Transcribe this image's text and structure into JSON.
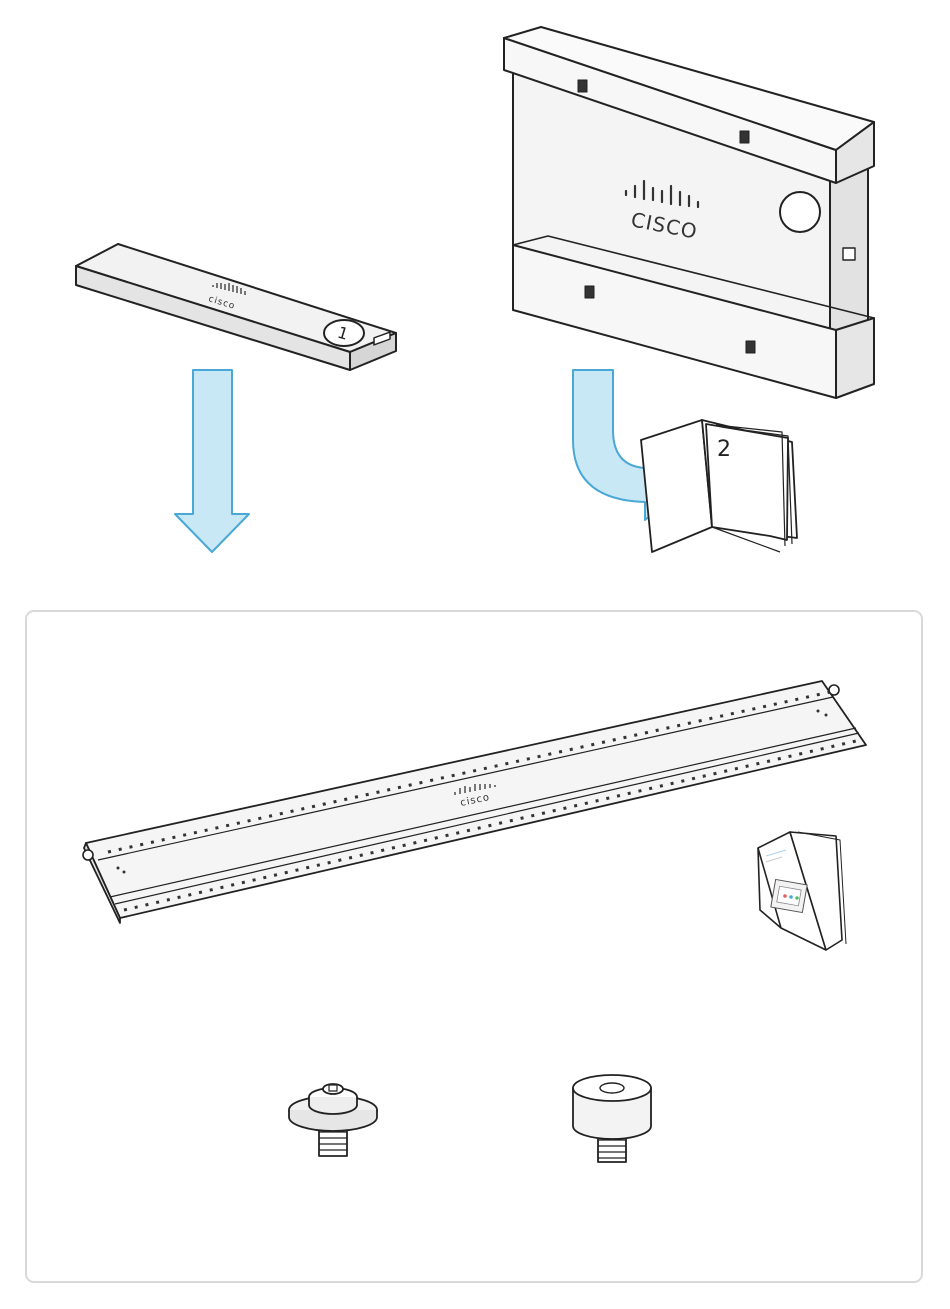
{
  "top_items": {
    "bar_number": "1",
    "booklet_number": "2",
    "logo_text": "cisco",
    "logo_text_box": "CISCO"
  },
  "contents_panel": {
    "rail_logo_text": "cisco"
  },
  "colors": {
    "arrow_fill": "#c9e8f6",
    "arrow_stroke": "#4aa8d6",
    "panel_border": "#d9d9d9",
    "line": "#222222"
  },
  "icons": [
    "down-arrow-icon",
    "curved-arrow-icon"
  ]
}
